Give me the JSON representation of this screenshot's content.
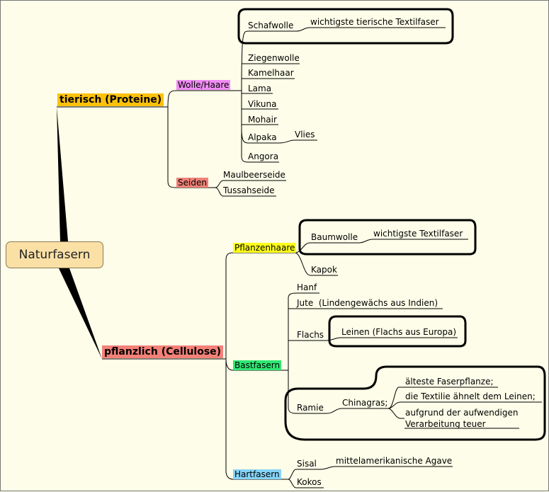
{
  "central": "Naturfasern",
  "colors": {
    "central_fill": "#fbe0a6",
    "tierisch": "#fcc20a",
    "pflanzlich": "#f48178",
    "wolle": "#f08cf4",
    "seiden": "#f08178",
    "pflanzenhaare": "#ffff1a",
    "bastfasern": "#2ee872",
    "hartfasern": "#86d4f8",
    "lines": "#000000",
    "background": "#fdfde9"
  },
  "tierisch": {
    "label": "tierisch (Proteine)",
    "wolle": {
      "label": "Wolle/Haare",
      "schafwolle": "Schafwolle",
      "schafwolle_note": "wichtigste tierische Textilfaser",
      "items": [
        "Ziegenwolle",
        "Kamelhaar",
        "Lama",
        "Vikuna",
        "Mohair"
      ],
      "alpaka": "Alpaka",
      "vlies": "Vlies",
      "angora": "Angora"
    },
    "seiden": {
      "label": "Seiden",
      "items": [
        "Maulbeerseide",
        "Tussahseide"
      ]
    }
  },
  "pflanzlich": {
    "label": "pflanzlich (Cellulose)",
    "pflanzenhaare": {
      "label": "Pflanzenhaare",
      "baumwolle": "Baumwolle",
      "baumwolle_note": "wichtigste Textilfaser",
      "kapok": "Kapok"
    },
    "bastfasern": {
      "label": "Bastfasern",
      "hanf": "Hanf",
      "jute": "Jute  (Lindengewächs aus Indien)",
      "flachs": "Flachs",
      "leinen": "Leinen (Flachs aus Europa)",
      "ramie": "Ramie",
      "chinagras": "Chinagras;",
      "notes": [
        "älteste Faserpflanze;",
        "die Textilie ähnelt dem Leinen;",
        "aufgrund der aufwendigen",
        "Verarbeitung teuer"
      ]
    },
    "hartfasern": {
      "label": "Hartfasern",
      "sisal": "Sisal",
      "sisal_note": "mittelamerikanische Agave",
      "kokos": "Kokos"
    }
  }
}
